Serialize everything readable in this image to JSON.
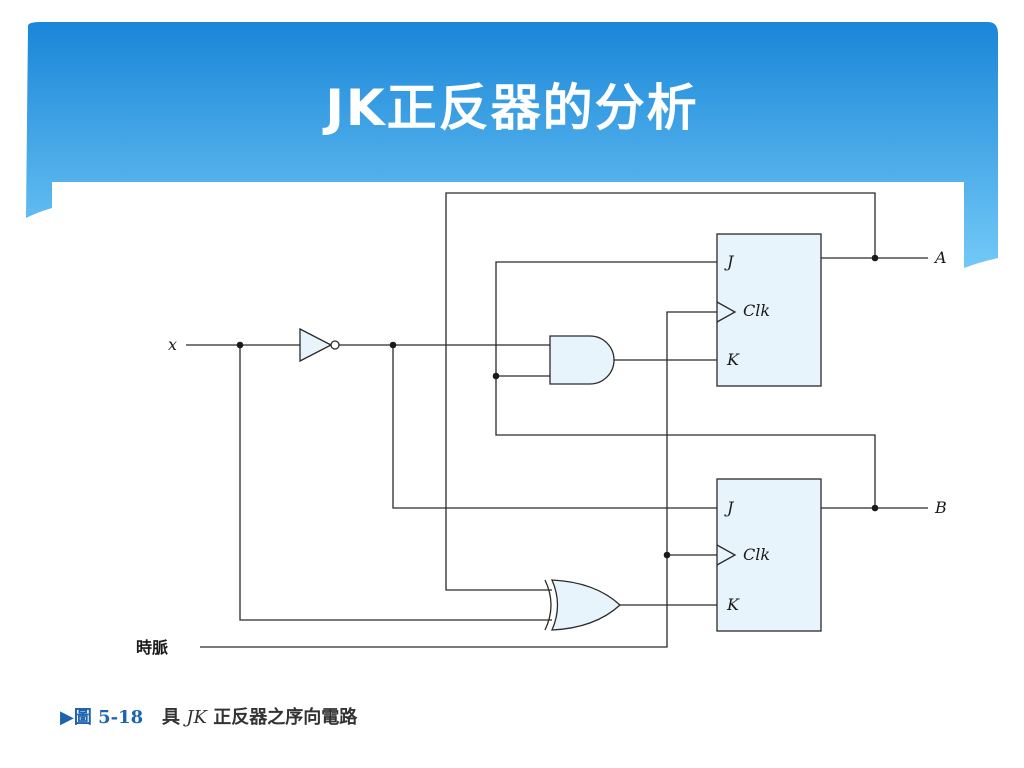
{
  "slide": {
    "title": "JK正反器的分析"
  },
  "diagram": {
    "input_x": "x",
    "clock_label": "時脈",
    "output_a": "A",
    "output_b": "B",
    "ff_a": {
      "j": "J",
      "clk": "Clk",
      "k": "K"
    },
    "ff_b": {
      "j": "J",
      "clk": "Clk",
      "k": "K"
    }
  },
  "caption": {
    "prefix": "▶圖 5-18",
    "text_1": "具",
    "text_italic": "JK",
    "text_2": "正反器之序向電路"
  },
  "colors": {
    "banner_top": "#1a86d8",
    "banner_bottom": "#6cc7f5",
    "component_fill": "#e8f4fc",
    "wire": "#2a2a2a",
    "caption_prefix": "#1d63b0"
  }
}
